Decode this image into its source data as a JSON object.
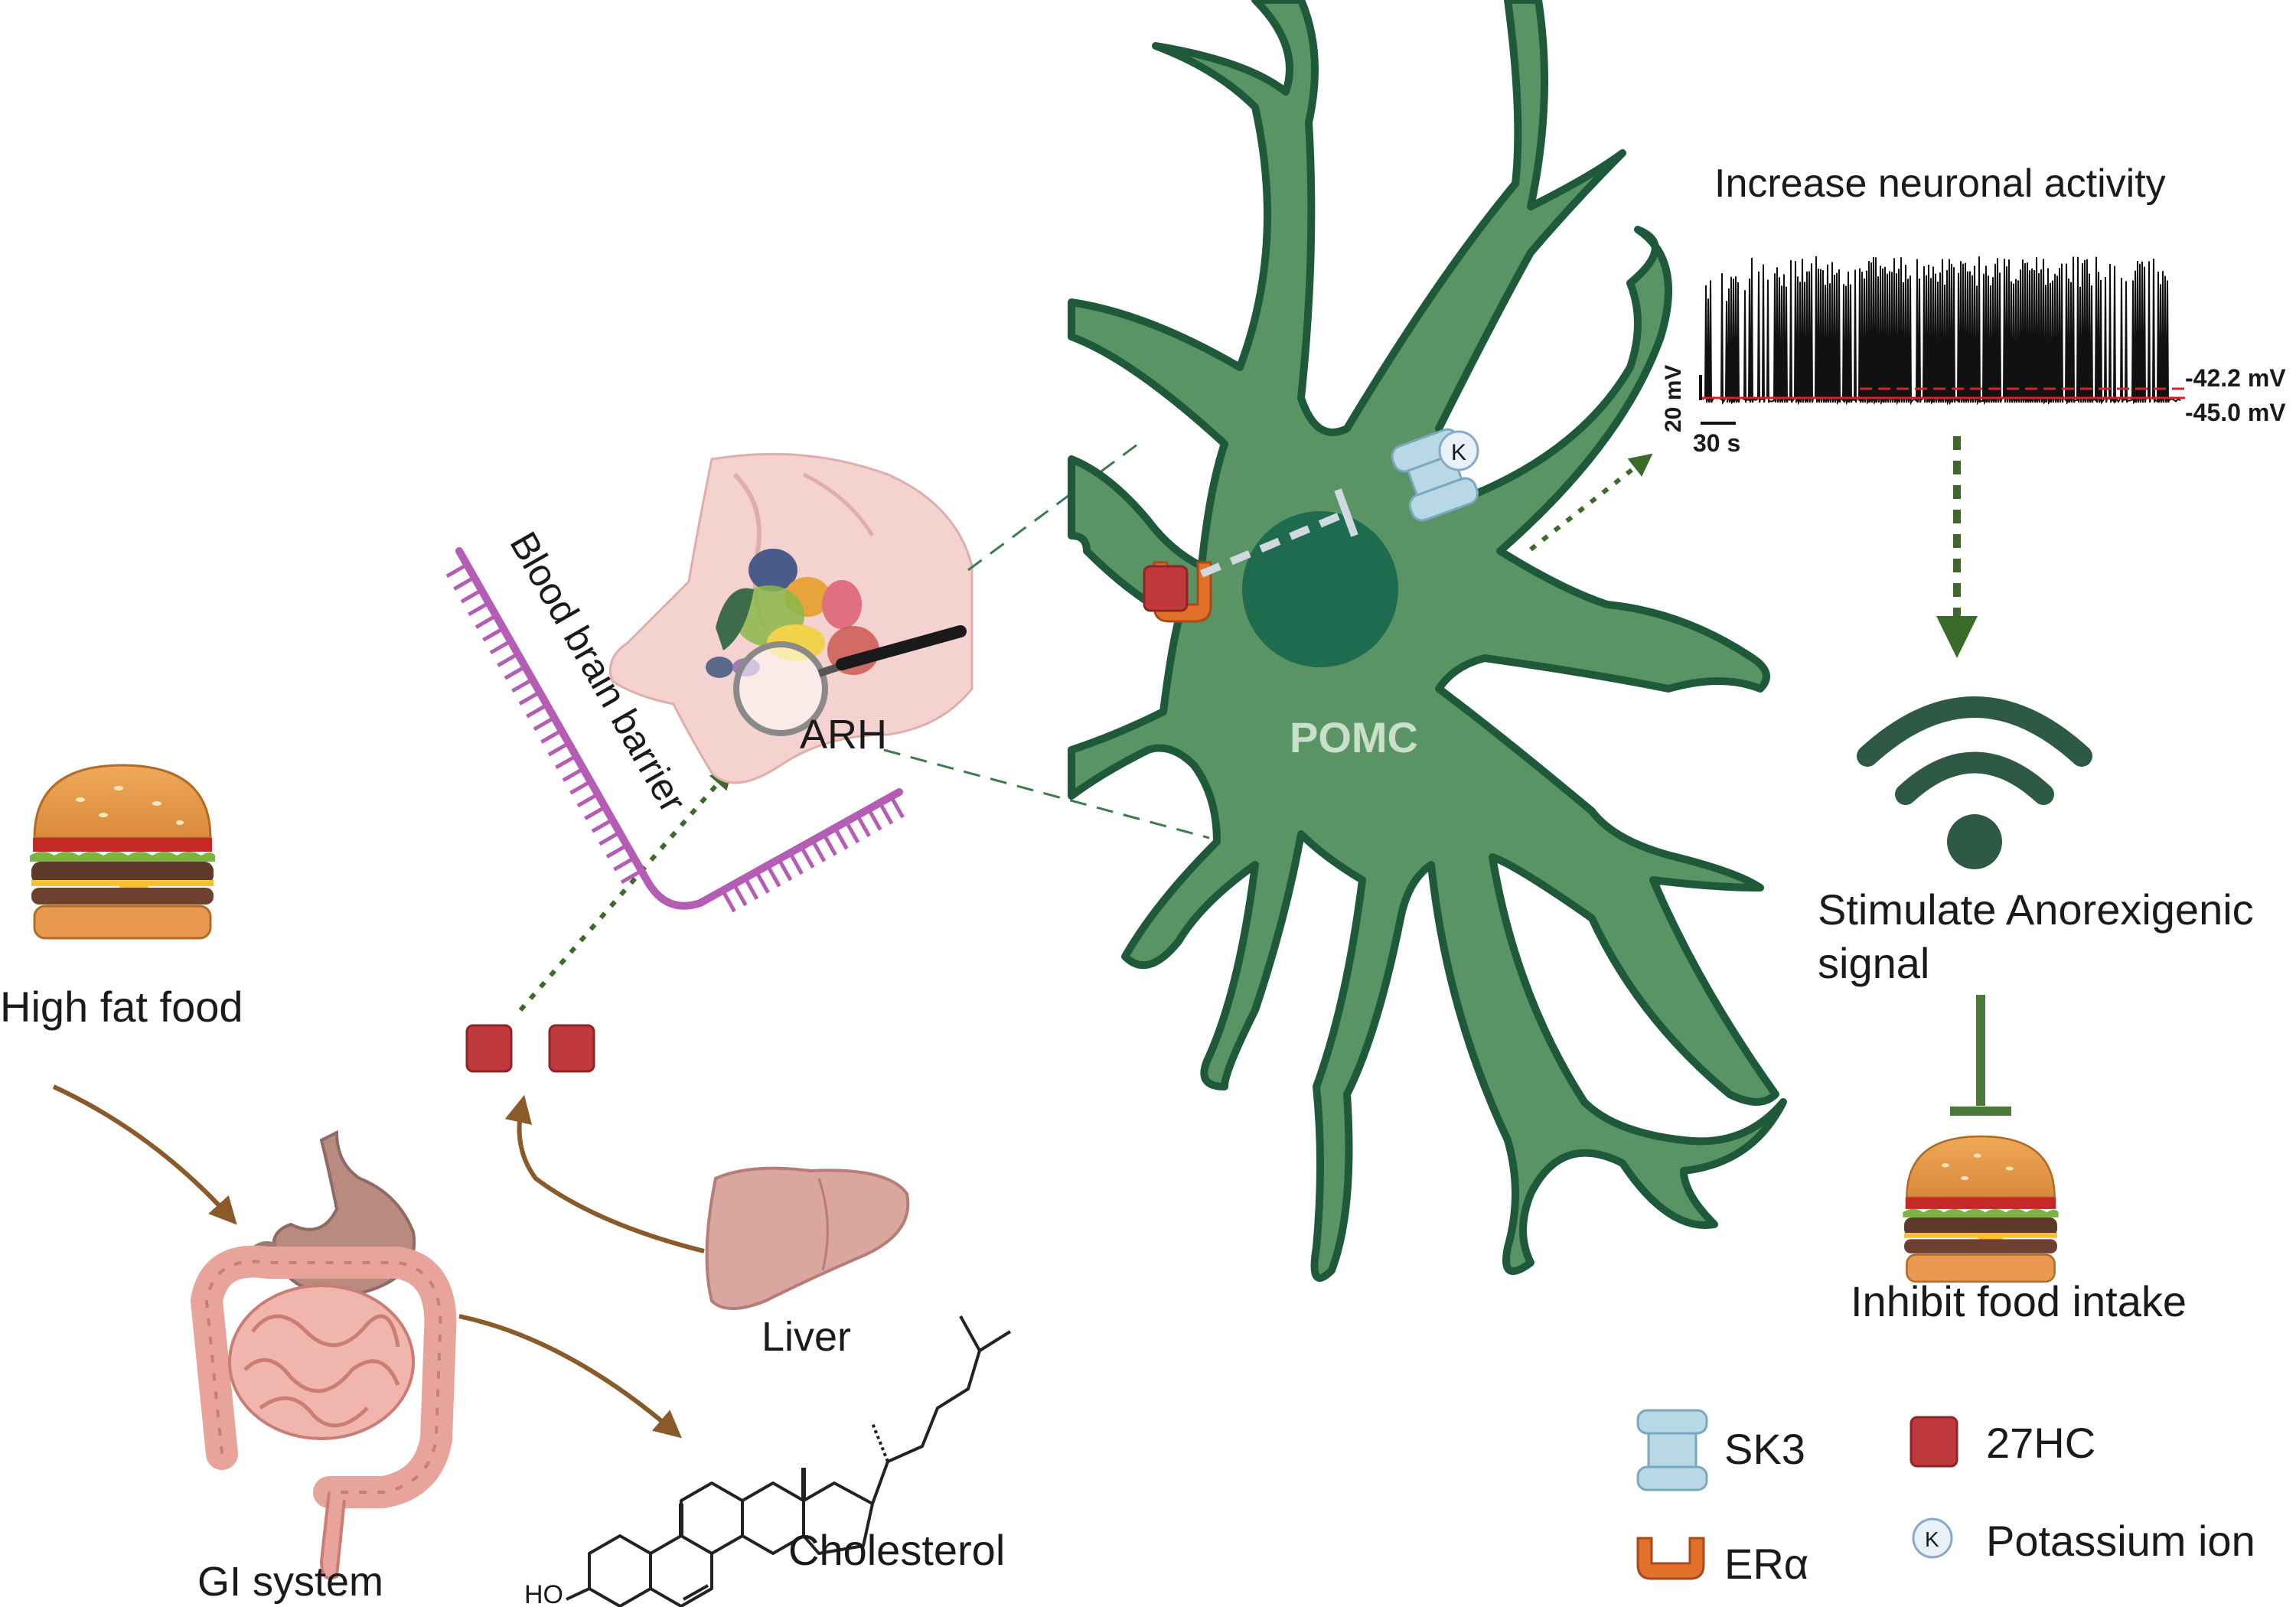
{
  "labels": {
    "high_fat_food": "High fat food",
    "gi_system": "GI system",
    "liver": "Liver",
    "cholesterol": "Cholesterol",
    "ho": "HO",
    "blood_brain_barrier": "Blood brain barrier",
    "arh": "ARH",
    "pomc": "POMC",
    "increase_activity": "Increase neuronal activity",
    "stimulate_line1": "Stimulate Anorexigenic",
    "stimulate_line2": "signal",
    "inhibit": "Inhibit food intake"
  },
  "trace": {
    "scale_v": "20 mV",
    "scale_t": "30 s",
    "level_high": "-42.2 mV",
    "level_low": "-45.0 mV"
  },
  "potassium_symbol": "K",
  "legend": {
    "sk3": "SK3",
    "er_alpha": "ERα",
    "hc27": "27HC",
    "potassium": "Potassium ion"
  },
  "colors": {
    "neuron": "#5a9464",
    "neuron_outline": "#1e5a3a",
    "nucleus": "#1e6b50",
    "hc27": "#c0393d",
    "er_alpha": "#e0702a",
    "sk3": "#b8d8e6",
    "bbb": "#b55cb5",
    "food_arrow": "#8a5a2b",
    "dotted_arrow": "#3a6b2a",
    "wifi": "#2e5a45",
    "trace_level": "#e02020"
  }
}
